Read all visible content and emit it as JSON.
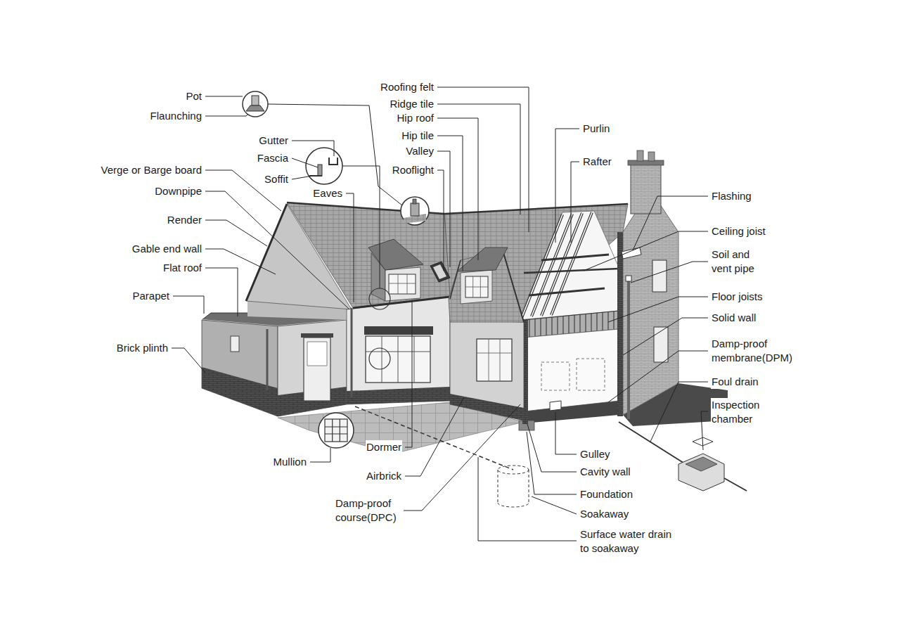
{
  "diagram": {
    "labels": [
      "Pot",
      "Flaunching",
      "Roofing felt",
      "Ridge tile",
      "Hip roof",
      "Purlin",
      "Gutter",
      "Hip tile",
      "Valley",
      "Fascia",
      "Rafter",
      "Verge or Barge board",
      "Rooflight",
      "Soffit",
      "Downpipe",
      "Eaves",
      "Flashing",
      "Render",
      "Ceiling joist",
      "Gable end wall",
      "Soil and vent pipe",
      "Flat roof",
      "Parapet",
      "Floor joists",
      "Solid wall",
      "Damp-proof membrane(DPM)",
      "Brick plinth",
      "Foul drain",
      "Inspection chamber",
      "Dormer",
      "Gulley",
      "Mullion",
      "Cavity wall",
      "Airbrick",
      "Foundation",
      "Damp-proof course(DPC)",
      "Soakaway",
      "Surface water drain to soakaway"
    ]
  }
}
